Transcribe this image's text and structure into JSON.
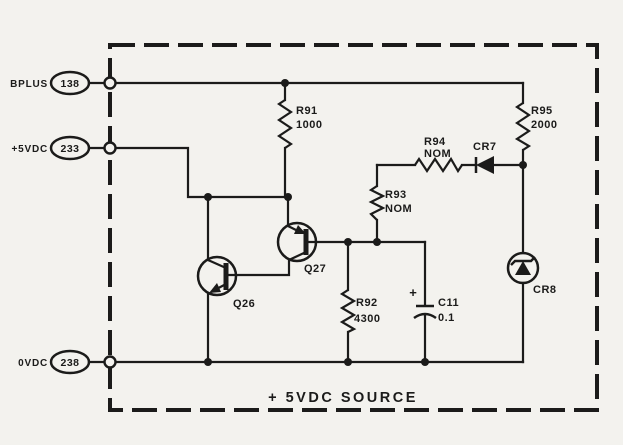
{
  "colors": {
    "ink": "#1b1b1a",
    "paper": "#f3f2ee"
  },
  "title": "+ 5VDC SOURCE",
  "terminals": [
    {
      "name": "BPLUS",
      "pin": "138"
    },
    {
      "name": "+5VDC",
      "pin": "233"
    },
    {
      "name": "0VDC",
      "pin": "238"
    }
  ],
  "components": {
    "r91": {
      "ref": "R91",
      "value": "1000"
    },
    "r92": {
      "ref": "R92",
      "value": "4300"
    },
    "r93": {
      "ref": "R93",
      "value": "NOM"
    },
    "r94": {
      "ref": "R94",
      "value": "NOM"
    },
    "r95": {
      "ref": "R95",
      "value": "2000"
    },
    "c11": {
      "ref": "C11",
      "value": "0.1",
      "polarity": "+"
    },
    "cr7": {
      "ref": "CR7"
    },
    "cr8": {
      "ref": "CR8"
    },
    "q26": {
      "ref": "Q26"
    },
    "q27": {
      "ref": "Q27"
    }
  }
}
